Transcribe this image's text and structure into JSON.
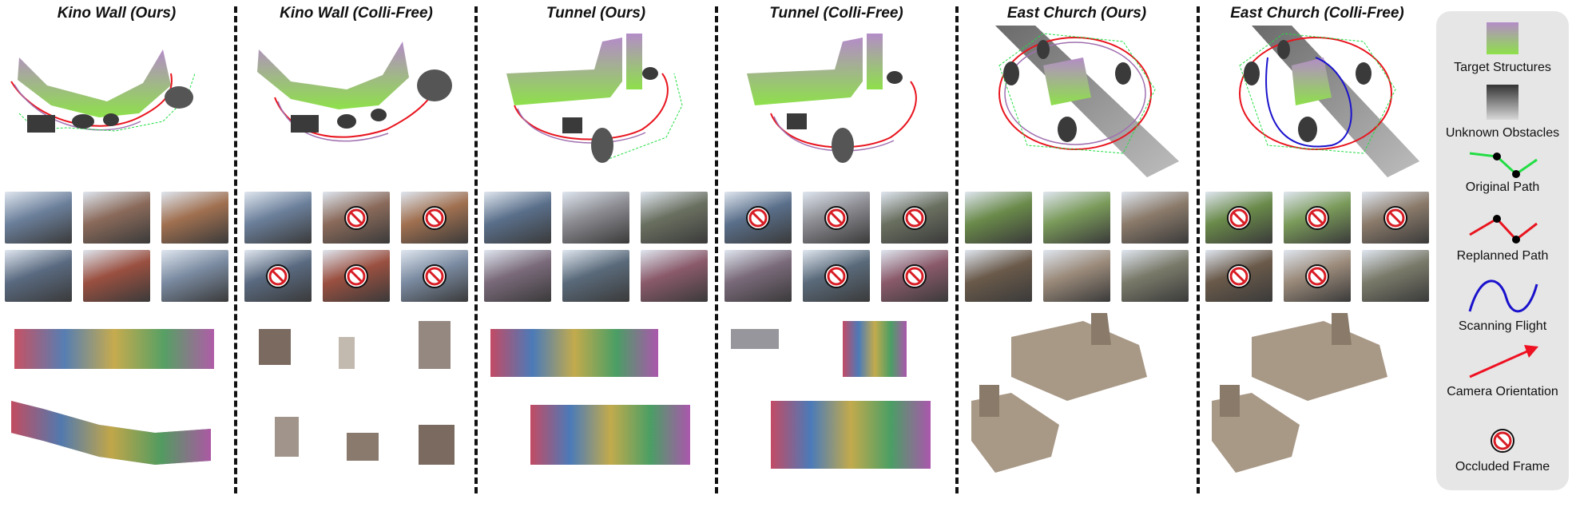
{
  "columns": [
    {
      "title": "Kino Wall (Ours)",
      "occluded": [],
      "scene": "kino"
    },
    {
      "title": "Kino Wall (Colli-Free)",
      "occluded": [
        1,
        2,
        3,
        4,
        5
      ],
      "scene": "kino"
    },
    {
      "title": "Tunnel (Ours)",
      "occluded": [],
      "scene": "tunnel"
    },
    {
      "title": "Tunnel (Colli-Free)",
      "occluded": [
        0,
        1,
        2,
        4,
        5
      ],
      "scene": "tunnel"
    },
    {
      "title": "East Church (Ours)",
      "occluded": [],
      "scene": "church"
    },
    {
      "title": "East Church (Colli-Free)",
      "occluded": [
        0,
        1,
        2,
        3,
        4
      ],
      "scene": "church"
    }
  ],
  "legend": {
    "target_structures": "Target Structures",
    "unknown_obstacles": "Unknown Obstacles",
    "original_path": "Original Path",
    "replanned_path": "Replanned Path",
    "scanning_flight": "Scanning Flight",
    "camera_orientation": "Camera Orientation",
    "occluded_frame": "Occluded Frame"
  },
  "colors": {
    "target_gradient_top": "#b48cc8",
    "target_gradient_bottom": "#8ee04a",
    "obstacle_dark": "#333333",
    "obstacle_light": "#d8d8d8",
    "original_path": "#22dd44",
    "replanned_path": "#e8141e",
    "scanning_flight": "#1a12cc",
    "camera_orientation": "#ee1122",
    "occluded_ring": "#d81c24"
  }
}
